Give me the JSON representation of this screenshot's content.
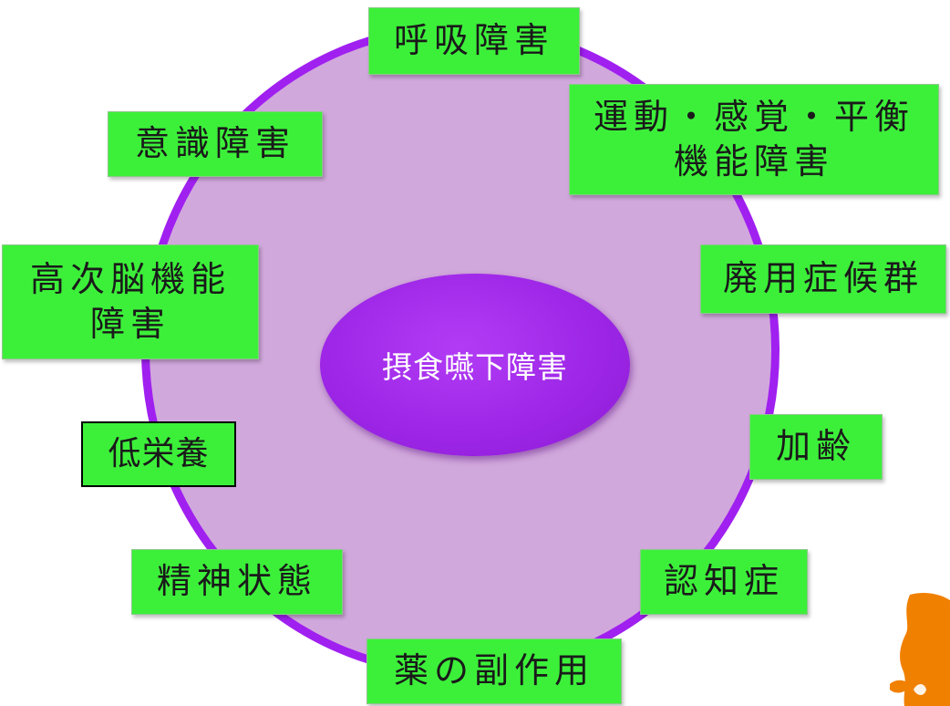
{
  "center_label": "摂食嚥下障害",
  "factors": {
    "respiratory": [
      "呼吸障害"
    ],
    "consciousness": [
      "意識障害"
    ],
    "motor": [
      "運動・感覚・平衡",
      "機能障害"
    ],
    "higher_brain": [
      "高次脳機能",
      "障害"
    ],
    "disuse": [
      "廃用症候群"
    ],
    "malnutrition": [
      "低栄養"
    ],
    "aging": [
      "加齢"
    ],
    "mental": [
      "精神状態"
    ],
    "dementia": [
      "認知症"
    ],
    "drug_side_effects": [
      "薬の副作用"
    ]
  },
  "colors": {
    "ring": "#a020f0",
    "ring_fill": "#d1a8dc",
    "center": "#9c25e6",
    "box": "#3cf03a",
    "mascot": "#f08000"
  }
}
